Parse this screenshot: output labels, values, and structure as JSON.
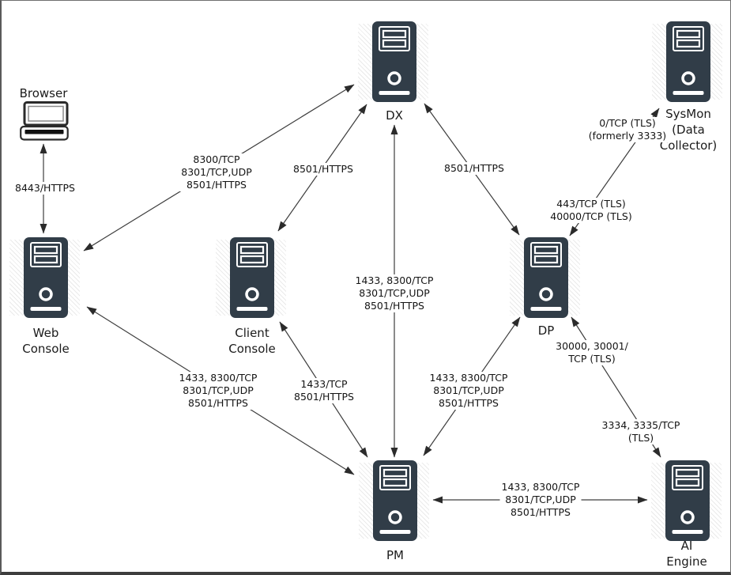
{
  "diagram": {
    "colors": {
      "server_body": "#313d48",
      "icon_detail": "#ffffff",
      "connector": "#3d3d3d",
      "label_text": "#141414",
      "shadow_hatch": "#eaeaea"
    },
    "nodes": {
      "browser": {
        "label": "Browser",
        "icon": "laptop-icon"
      },
      "dx": {
        "label": "DX",
        "icon": "server-icon"
      },
      "sysmon": {
        "label": "SysMon\n(Data\nCollector)",
        "icon": "server-icon"
      },
      "web_console": {
        "label": "Web\nConsole",
        "icon": "server-icon"
      },
      "client_console": {
        "label": "Client\nConsole",
        "icon": "server-icon"
      },
      "dp": {
        "label": "DP",
        "icon": "server-icon"
      },
      "pm": {
        "label": "PM",
        "icon": "server-icon"
      },
      "ai_engine": {
        "label": "AI Engine",
        "icon": "server-icon"
      }
    },
    "edges": {
      "browser_web_console": {
        "from": "Browser",
        "to": "Web Console",
        "label": "8443/HTTPS"
      },
      "web_console_dx": {
        "from": "Web Console",
        "to": "DX",
        "label": "8300/TCP\n8301/TCP,UDP\n8501/HTTPS"
      },
      "client_console_dx": {
        "from": "Client Console",
        "to": "DX",
        "label": "8501/HTTPS"
      },
      "dp_dx": {
        "from": "DP",
        "to": "DX",
        "label": "8501/HTTPS"
      },
      "sysmon_dp": {
        "from": "SysMon",
        "to": "DP",
        "label_near_sysmon": "0/TCP (TLS)\n(formerly 3333)",
        "label_near_dp": "443/TCP (TLS)\n40000/TCP (TLS)"
      },
      "dx_pm": {
        "from": "DX",
        "to": "PM",
        "label": "1433, 8300/TCP\n8301/TCP,UDP\n8501/HTTPS"
      },
      "web_console_pm": {
        "from": "Web Console",
        "to": "PM",
        "label": "1433, 8300/TCP\n8301/TCP,UDP\n8501/HTTPS"
      },
      "client_console_pm": {
        "from": "Client Console",
        "to": "PM",
        "label": "1433/TCP\n8501/HTTPS"
      },
      "dp_pm": {
        "from": "DP",
        "to": "PM",
        "label": "1433, 8300/TCP\n8301/TCP,UDP\n8501/HTTPS"
      },
      "dp_ai_engine": {
        "from": "DP",
        "to": "AI Engine",
        "label_near_dp": "30000, 30001/\nTCP (TLS)",
        "label_near_ai": "3334, 3335/TCP\n(TLS)"
      },
      "pm_ai_engine": {
        "from": "PM",
        "to": "AI Engine",
        "label": "1433, 8300/TCP\n8301/TCP,UDP\n8501/HTTPS"
      }
    }
  }
}
